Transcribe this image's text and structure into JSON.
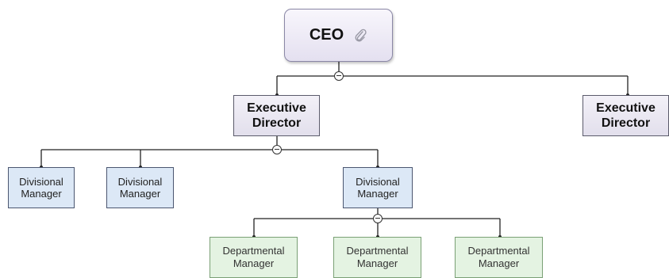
{
  "nodes": {
    "ceo": {
      "label": "CEO",
      "has_attachment": true
    },
    "exec_left": {
      "line1": "Executive",
      "line2": "Director"
    },
    "exec_right": {
      "line1": "Executive",
      "line2": "Director"
    },
    "div_1": {
      "line1": "Divisional",
      "line2": "Manager"
    },
    "div_2": {
      "line1": "Divisional",
      "line2": "Manager"
    },
    "div_3": {
      "line1": "Divisional",
      "line2": "Manager"
    },
    "dept_1": {
      "line1": "Departmental",
      "line2": "Manager"
    },
    "dept_2": {
      "line1": "Departmental",
      "line2": "Manager"
    },
    "dept_3": {
      "line1": "Departmental",
      "line2": "Manager"
    }
  },
  "icons": {
    "attachment": "paperclip-icon",
    "collapse": "collapse-minus-icon"
  },
  "colors": {
    "ceo_fill": "#ebe8f4",
    "executive_fill": "#e9e6f2",
    "divisional_fill": "#dce8f6",
    "departmental_fill": "#e4f3e2",
    "connector": "#222222"
  }
}
